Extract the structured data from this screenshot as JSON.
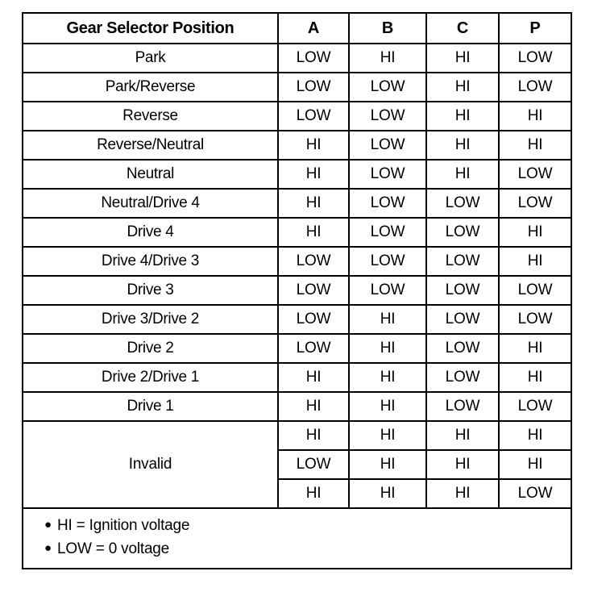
{
  "table": {
    "headers": {
      "label": "Gear Selector Position",
      "columns": [
        "A",
        "B",
        "C",
        "P"
      ]
    },
    "rows": [
      {
        "label": "Park",
        "values": [
          "LOW",
          "HI",
          "HI",
          "LOW"
        ]
      },
      {
        "label": "Park/Reverse",
        "values": [
          "LOW",
          "LOW",
          "HI",
          "LOW"
        ]
      },
      {
        "label": "Reverse",
        "values": [
          "LOW",
          "LOW",
          "HI",
          "HI"
        ]
      },
      {
        "label": "Reverse/Neutral",
        "values": [
          "HI",
          "LOW",
          "HI",
          "HI"
        ]
      },
      {
        "label": "Neutral",
        "values": [
          "HI",
          "LOW",
          "HI",
          "LOW"
        ]
      },
      {
        "label": "Neutral/Drive 4",
        "values": [
          "HI",
          "LOW",
          "LOW",
          "LOW"
        ]
      },
      {
        "label": "Drive 4",
        "values": [
          "HI",
          "LOW",
          "LOW",
          "HI"
        ]
      },
      {
        "label": "Drive 4/Drive 3",
        "values": [
          "LOW",
          "LOW",
          "LOW",
          "HI"
        ]
      },
      {
        "label": "Drive 3",
        "values": [
          "LOW",
          "LOW",
          "LOW",
          "LOW"
        ]
      },
      {
        "label": "Drive 3/Drive 2",
        "values": [
          "LOW",
          "HI",
          "LOW",
          "LOW"
        ]
      },
      {
        "label": "Drive 2",
        "values": [
          "LOW",
          "HI",
          "LOW",
          "HI"
        ]
      },
      {
        "label": "Drive 2/Drive 1",
        "values": [
          "HI",
          "HI",
          "LOW",
          "HI"
        ]
      },
      {
        "label": "Drive 1",
        "values": [
          "HI",
          "HI",
          "LOW",
          "LOW"
        ]
      }
    ],
    "invalid": {
      "label": "Invalid",
      "rowspan": 3,
      "rows": [
        {
          "values": [
            "HI",
            "HI",
            "HI",
            "HI"
          ]
        },
        {
          "values": [
            "LOW",
            "HI",
            "HI",
            "HI"
          ]
        },
        {
          "values": [
            "HI",
            "HI",
            "HI",
            "LOW"
          ]
        }
      ]
    },
    "notes": [
      {
        "bullet": "bullet-dot",
        "text": "HI = Ignition voltage"
      },
      {
        "bullet": "bullet-dot",
        "text": "LOW = 0 voltage"
      }
    ]
  },
  "chart_data": {
    "type": "table",
    "title": "Gear Selector Position",
    "columns": [
      "Gear Selector Position",
      "A",
      "B",
      "C",
      "P"
    ],
    "rows": [
      [
        "Park",
        "LOW",
        "HI",
        "HI",
        "LOW"
      ],
      [
        "Park/Reverse",
        "LOW",
        "LOW",
        "HI",
        "LOW"
      ],
      [
        "Reverse",
        "LOW",
        "LOW",
        "HI",
        "HI"
      ],
      [
        "Reverse/Neutral",
        "HI",
        "LOW",
        "HI",
        "HI"
      ],
      [
        "Neutral",
        "HI",
        "LOW",
        "HI",
        "LOW"
      ],
      [
        "Neutral/Drive 4",
        "HI",
        "LOW",
        "LOW",
        "LOW"
      ],
      [
        "Drive 4",
        "HI",
        "LOW",
        "LOW",
        "HI"
      ],
      [
        "Drive 4/Drive 3",
        "LOW",
        "LOW",
        "LOW",
        "HI"
      ],
      [
        "Drive 3",
        "LOW",
        "LOW",
        "LOW",
        "LOW"
      ],
      [
        "Drive 3/Drive 2",
        "LOW",
        "HI",
        "LOW",
        "LOW"
      ],
      [
        "Drive 2",
        "LOW",
        "HI",
        "LOW",
        "HI"
      ],
      [
        "Drive 2/Drive 1",
        "HI",
        "HI",
        "LOW",
        "HI"
      ],
      [
        "Drive 1",
        "HI",
        "HI",
        "LOW",
        "LOW"
      ],
      [
        "Invalid",
        "HI",
        "HI",
        "HI",
        "HI"
      ],
      [
        "Invalid",
        "LOW",
        "HI",
        "HI",
        "HI"
      ],
      [
        "Invalid",
        "HI",
        "HI",
        "HI",
        "LOW"
      ]
    ],
    "notes": [
      "HI = Ignition voltage",
      "LOW = 0 voltage"
    ],
    "grid": true,
    "legend": "none"
  },
  "colors": {
    "background": "#ffffff",
    "text": "#000000",
    "border": "#000000"
  }
}
